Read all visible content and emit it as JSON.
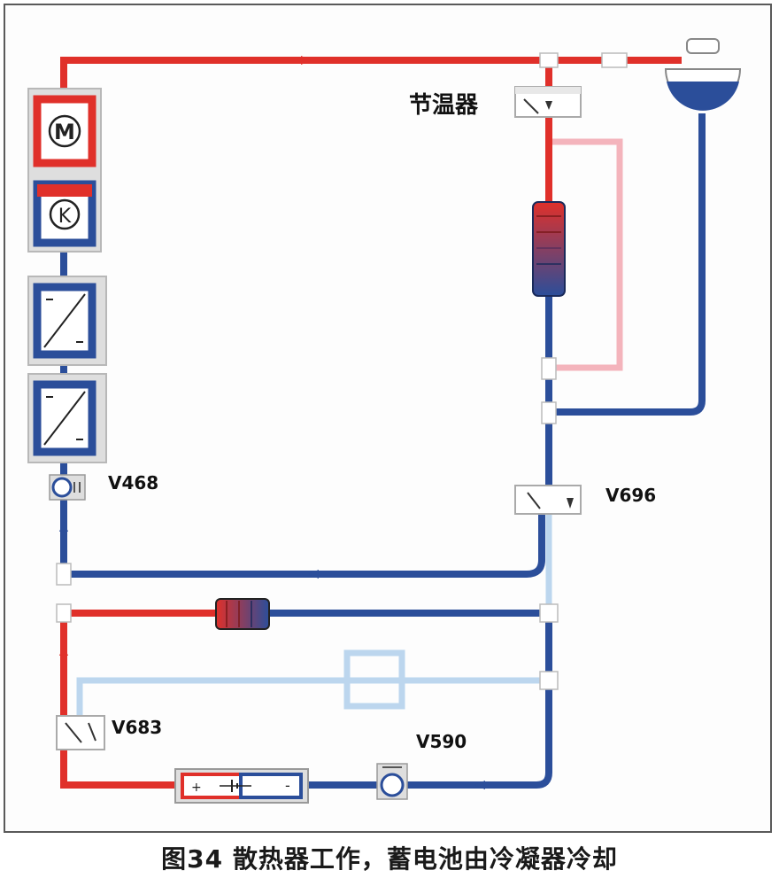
{
  "labels": {
    "thermostat": "节温器",
    "valve_v468": "V468",
    "valve_v696": "V696",
    "valve_v683": "V683",
    "valve_v590": "V590"
  },
  "components": {
    "motor_symbol": "M",
    "compressor_symbol": "K",
    "battery_minus": "-",
    "battery_plus": "+"
  },
  "caption": "图34 散热器工作，蓄电池由冷凝器冷却",
  "colors": {
    "hot": "#e0302a",
    "cold": "#2b4e9a",
    "inactive_hot": "#f4b4bc",
    "inactive_cold": "#bcd6ee",
    "frame_gray": "#d8d8d8"
  }
}
